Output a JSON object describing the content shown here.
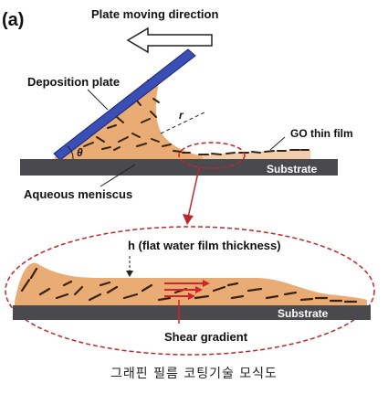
{
  "panel_label": "(a)",
  "labels": {
    "direction": "Plate moving direction",
    "deposition_plate": "Deposition plate",
    "go_film": "GO thin film",
    "substrate_top": "Substrate",
    "meniscus": "Aqueous meniscus",
    "theta": "θ",
    "radius": "r",
    "h_label": "h (flat water film thickness)",
    "substrate_bottom": "Substrate",
    "shear": "Shear gradient"
  },
  "caption": "그래핀 필름 코팅기술 모식도",
  "colors": {
    "plate": "#3a4fb5",
    "liquid": "#e8ac74",
    "substrate": "#4a4a4e",
    "flakes": "#3a2210",
    "highlight_ellipse": "#c0272d",
    "shear_arrows": "#d1232a"
  }
}
